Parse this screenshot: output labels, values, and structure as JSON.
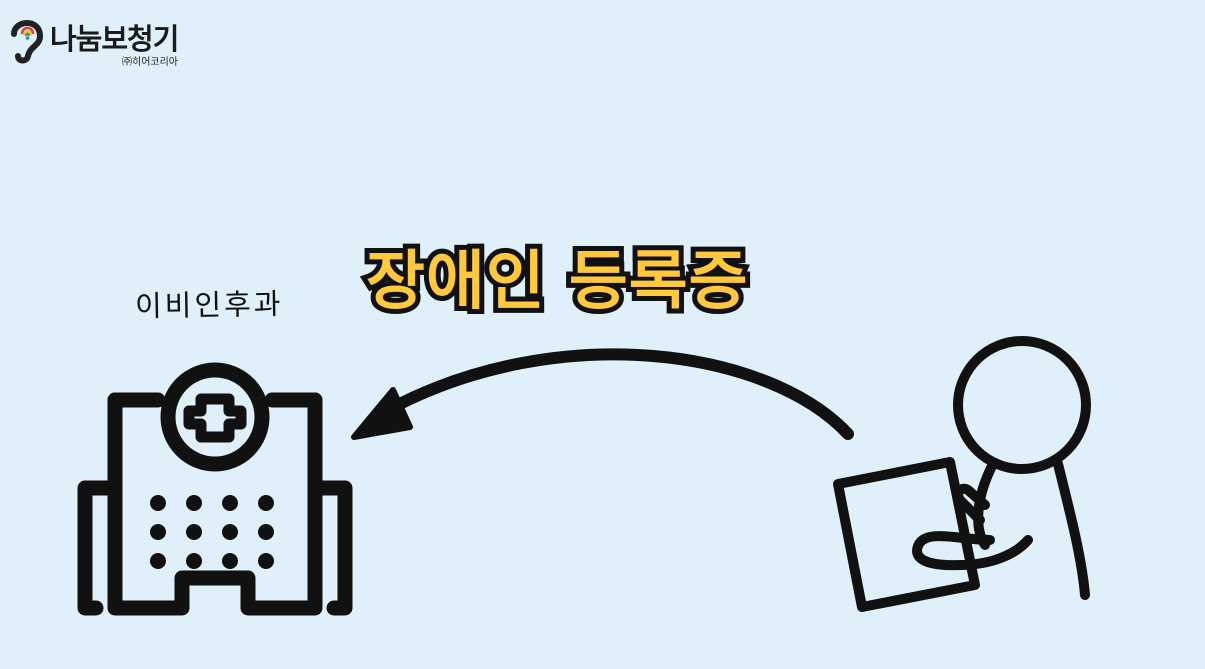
{
  "logo": {
    "title": "나눔보청기",
    "subtitle": "㈜히어코리아",
    "icon": "ear-icon"
  },
  "headline": "장애인 등록증",
  "hospital_label": "이비인후과",
  "icons": {
    "hospital": "hospital-icon",
    "arrow": "curved-arrow-icon",
    "person": "person-holding-document-icon",
    "document": "document-icon"
  },
  "colors": {
    "background": "#dff0fb",
    "headline_fill": "#ffc83d",
    "outline": "#111111"
  }
}
